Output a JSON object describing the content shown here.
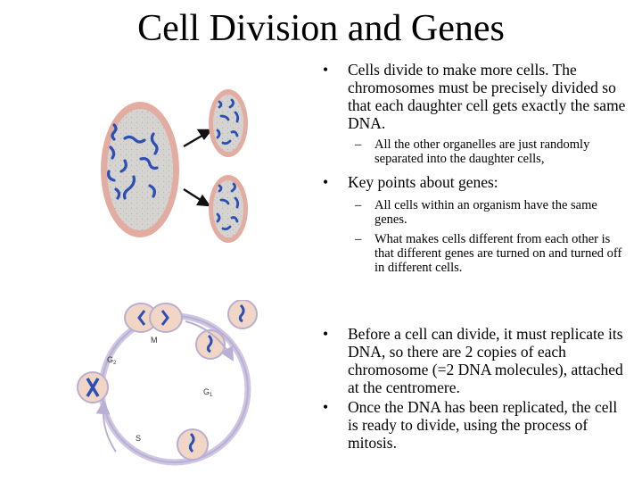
{
  "slide": {
    "title": "Cell Division and Genes",
    "bullets": {
      "b1": "Cells divide to make more cells. The chromosomes must be precisely divided so that each daughter cell gets exactly the same DNA.",
      "b1_sub1": "All the other organelles are just randomly separated into the daughter cells,",
      "b2": "Key points about genes:",
      "b2_sub1": "All cells within an organism have the same genes.",
      "b2_sub2": "What makes cells different from each other is that different genes are turned on and turned off in different cells.",
      "b3": "Before a cell can divide, it must replicate its DNA, so there are 2 copies of each chromosome (=2 DNA molecules), attached at the centromere.",
      "b4": "Once the DNA has been replicated, the cell is ready to divide, using the process of mitosis."
    },
    "bullet_symbol": "•",
    "dash_symbol": "–"
  },
  "cycle": {
    "labels": {
      "m": "M",
      "g2": "G",
      "g2_sub": "2",
      "g1": "G",
      "g1_sub": "1",
      "s": "S"
    }
  },
  "colors": {
    "cell_fill": "#e3aca0",
    "cell_inner": "#d4d2cf",
    "chromosome": "#2c4fb6",
    "arrow": "#111111",
    "cycle_ring": "#b9aed3",
    "cycle_cell": "#f1d6c6"
  }
}
